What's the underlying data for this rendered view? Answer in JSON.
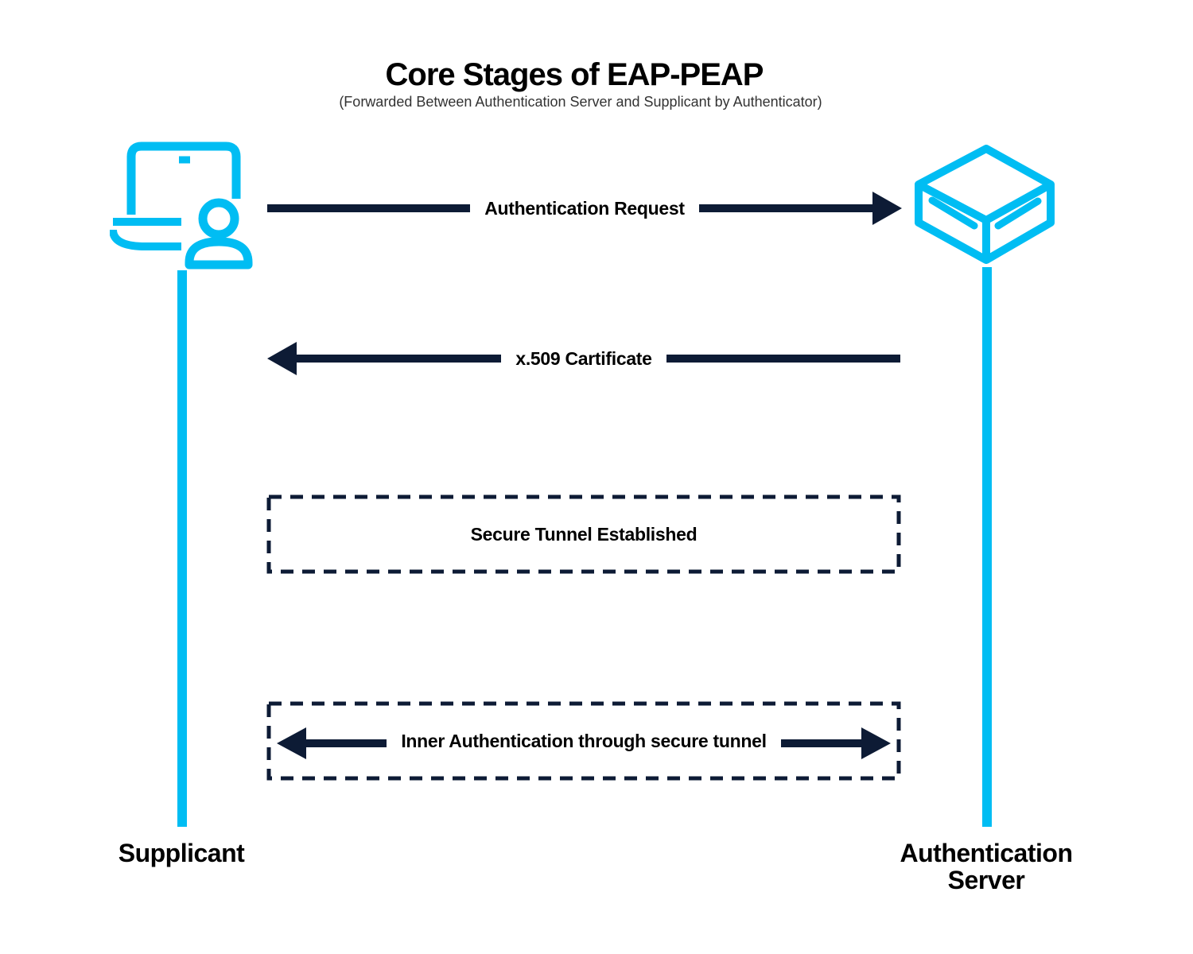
{
  "title": "Core Stages of EAP-PEAP",
  "subtitle": "(Forwarded Between Authentication Server and Supplicant by Authenticator)",
  "colors": {
    "accent_cyan": "#00BDF3",
    "navy": "#0D1B35",
    "text": "#000000",
    "subtitle_text": "#333333",
    "background": "#FFFFFF"
  },
  "actors": {
    "supplicant": {
      "label": "Supplicant",
      "icon": "laptop-user-icon"
    },
    "authentication_server": {
      "label": "Authentication Server",
      "icon": "server-cube-icon"
    }
  },
  "messages": [
    {
      "label": "Authentication Request",
      "from": "Supplicant",
      "to": "Authentication Server",
      "direction": "right",
      "style": "solid-arrow"
    },
    {
      "label": "x.509 Cartificate",
      "from": "Authentication Server",
      "to": "Supplicant",
      "direction": "left",
      "style": "solid-arrow"
    },
    {
      "label": "Secure Tunnel Established",
      "direction": "none",
      "style": "dashed-box"
    },
    {
      "label": "Inner Authentication through secure tunnel",
      "direction": "both",
      "style": "dashed-box-double-arrow"
    }
  ]
}
